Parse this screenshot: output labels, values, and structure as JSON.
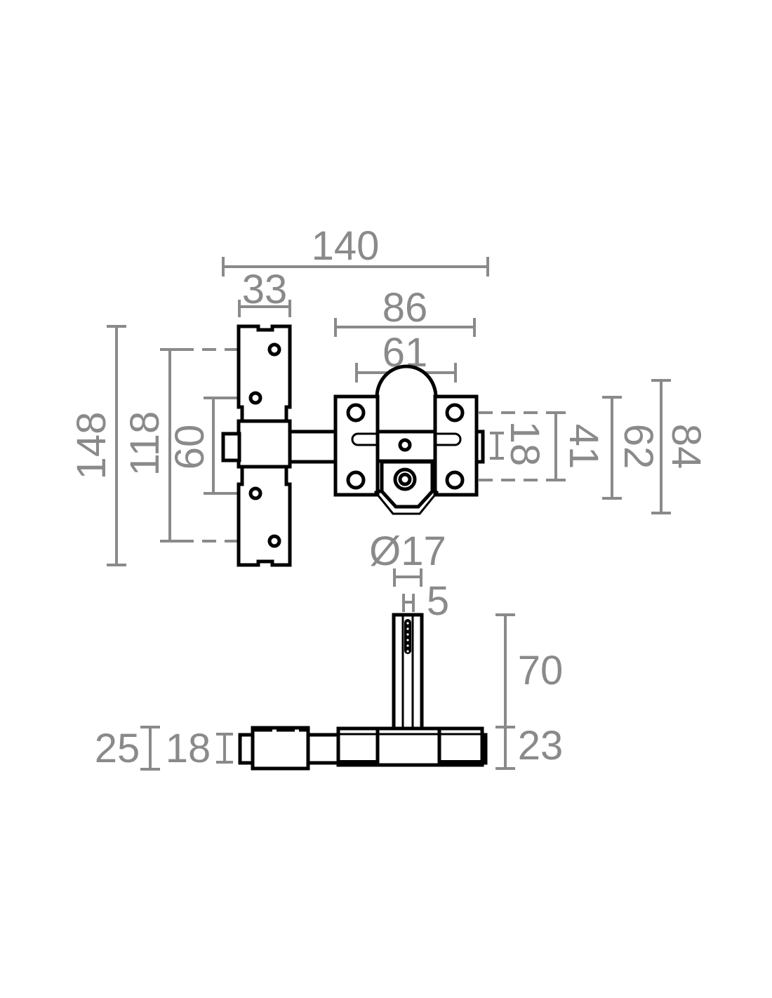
{
  "drawing": {
    "colors": {
      "dimension": "#8a8a8a",
      "object": "#000000"
    },
    "top_view": {
      "overall_width": "140",
      "plate_width": "33",
      "body_width": "86",
      "body_inner_width": "61",
      "plate_height": "148",
      "hole_spacing_outer": "118",
      "hole_spacing_inner": "60",
      "bolt_height": "18",
      "body_hole_spacing": "41",
      "body_height": "62",
      "total_height": "84",
      "cylinder_diameter": "Ø17"
    },
    "side_view": {
      "key_width": "5",
      "key_length": "70",
      "body_depth": "23",
      "plate_depth": "25",
      "bolt_depth": "18"
    }
  }
}
